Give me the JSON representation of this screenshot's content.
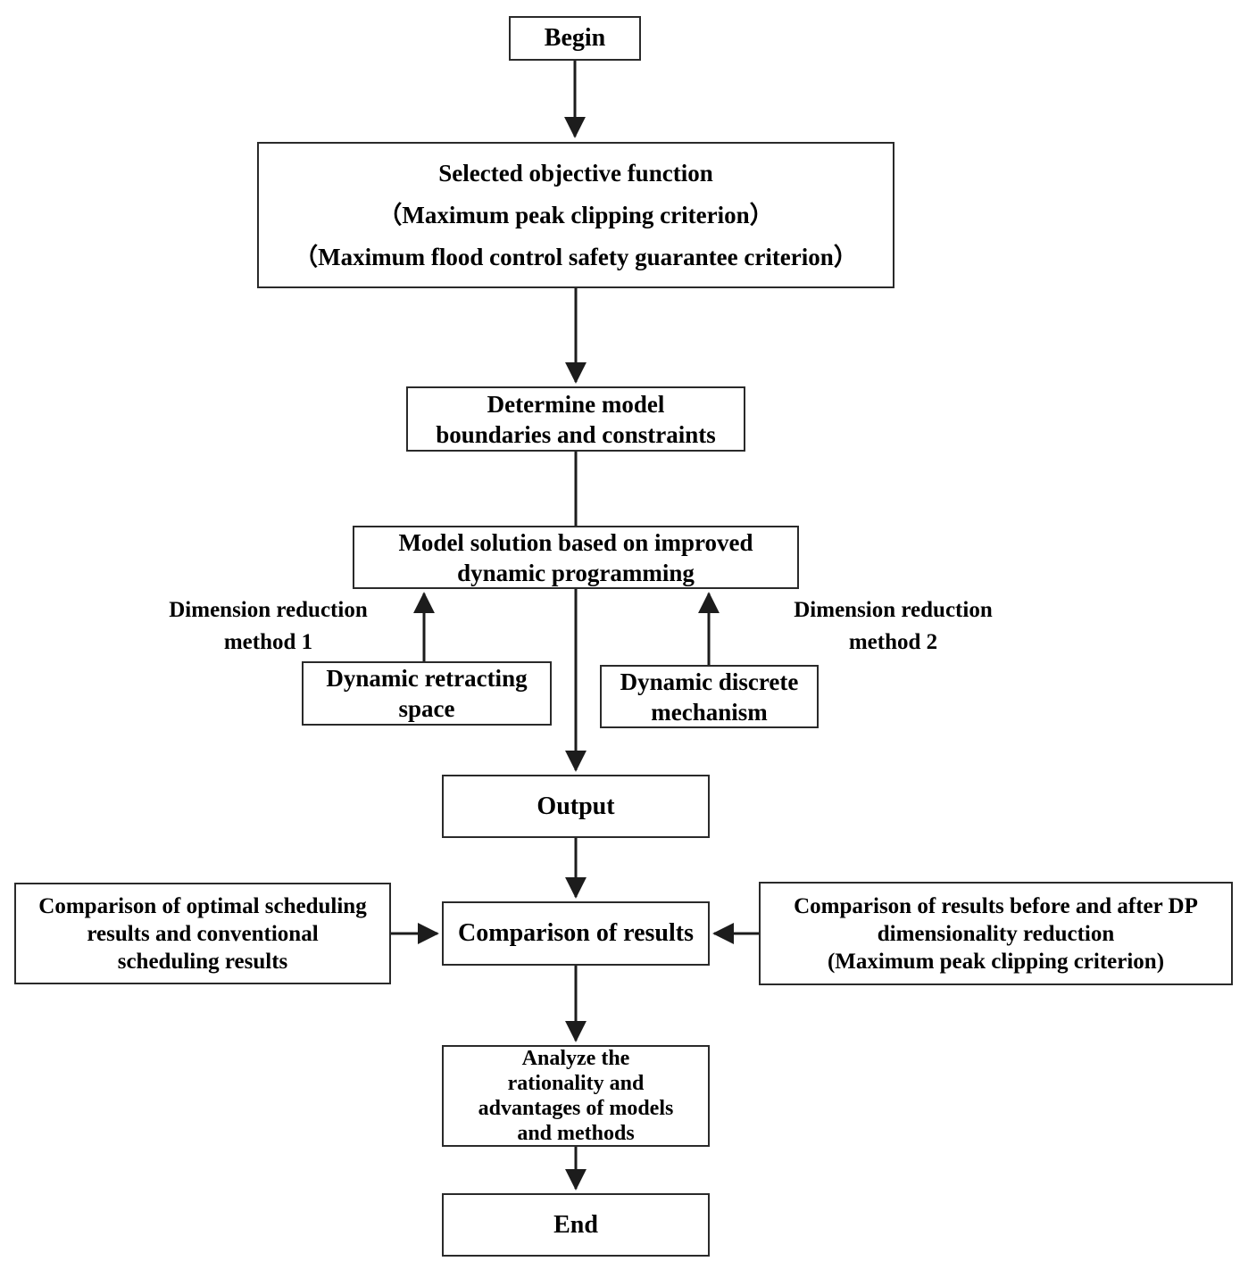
{
  "diagram": {
    "type": "flowchart",
    "colors": {
      "line": "#1c1c1c",
      "text": "#000000",
      "background": "#ffffff"
    },
    "nodes": {
      "begin": {
        "lines": [
          "Begin"
        ]
      },
      "objective": {
        "lines": [
          "Selected objective function",
          "（Maximum peak clipping criterion）",
          "（Maximum flood control safety guarantee criterion）"
        ]
      },
      "determine": {
        "lines": [
          "Determine model",
          "boundaries and constraints"
        ]
      },
      "model_solution": {
        "lines": [
          "Model solution based on improved",
          "dynamic programming"
        ]
      },
      "dim_label_1": {
        "lines": [
          "Dimension reduction",
          "method 1"
        ]
      },
      "dim_label_2": {
        "lines": [
          "Dimension reduction",
          "method 2"
        ]
      },
      "retracting": {
        "lines": [
          "Dynamic retracting",
          "space"
        ]
      },
      "discrete": {
        "lines": [
          "Dynamic discrete",
          "mechanism"
        ]
      },
      "output": {
        "lines": [
          "Output"
        ]
      },
      "comparison_left": {
        "lines": [
          "Comparison of optimal scheduling",
          "results and conventional",
          "scheduling results"
        ]
      },
      "comparison": {
        "lines": [
          "Comparison of results"
        ]
      },
      "comparison_right": {
        "lines": [
          "Comparison of results before and after DP",
          "dimensionality reduction",
          "(Maximum peak clipping criterion)"
        ]
      },
      "analyze": {
        "lines": [
          "Analyze the",
          "rationality and",
          "advantages of models",
          "and methods"
        ]
      },
      "end": {
        "lines": [
          "End"
        ]
      }
    },
    "edges": [
      {
        "from": "begin",
        "to": "objective",
        "arrow": true
      },
      {
        "from": "objective",
        "to": "determine",
        "arrow": true
      },
      {
        "from": "determine",
        "to": "model_solution",
        "arrow": false
      },
      {
        "from": "model_solution",
        "to": "output",
        "arrow": true
      },
      {
        "from": "retracting",
        "to": "model_solution",
        "arrow": true
      },
      {
        "from": "discrete",
        "to": "model_solution",
        "arrow": true
      },
      {
        "from": "output",
        "to": "comparison",
        "arrow": true
      },
      {
        "from": "comparison_left",
        "to": "comparison",
        "arrow": true
      },
      {
        "from": "comparison_right",
        "to": "comparison",
        "arrow": true
      },
      {
        "from": "comparison",
        "to": "analyze",
        "arrow": true
      },
      {
        "from": "analyze",
        "to": "end",
        "arrow": true
      }
    ]
  }
}
